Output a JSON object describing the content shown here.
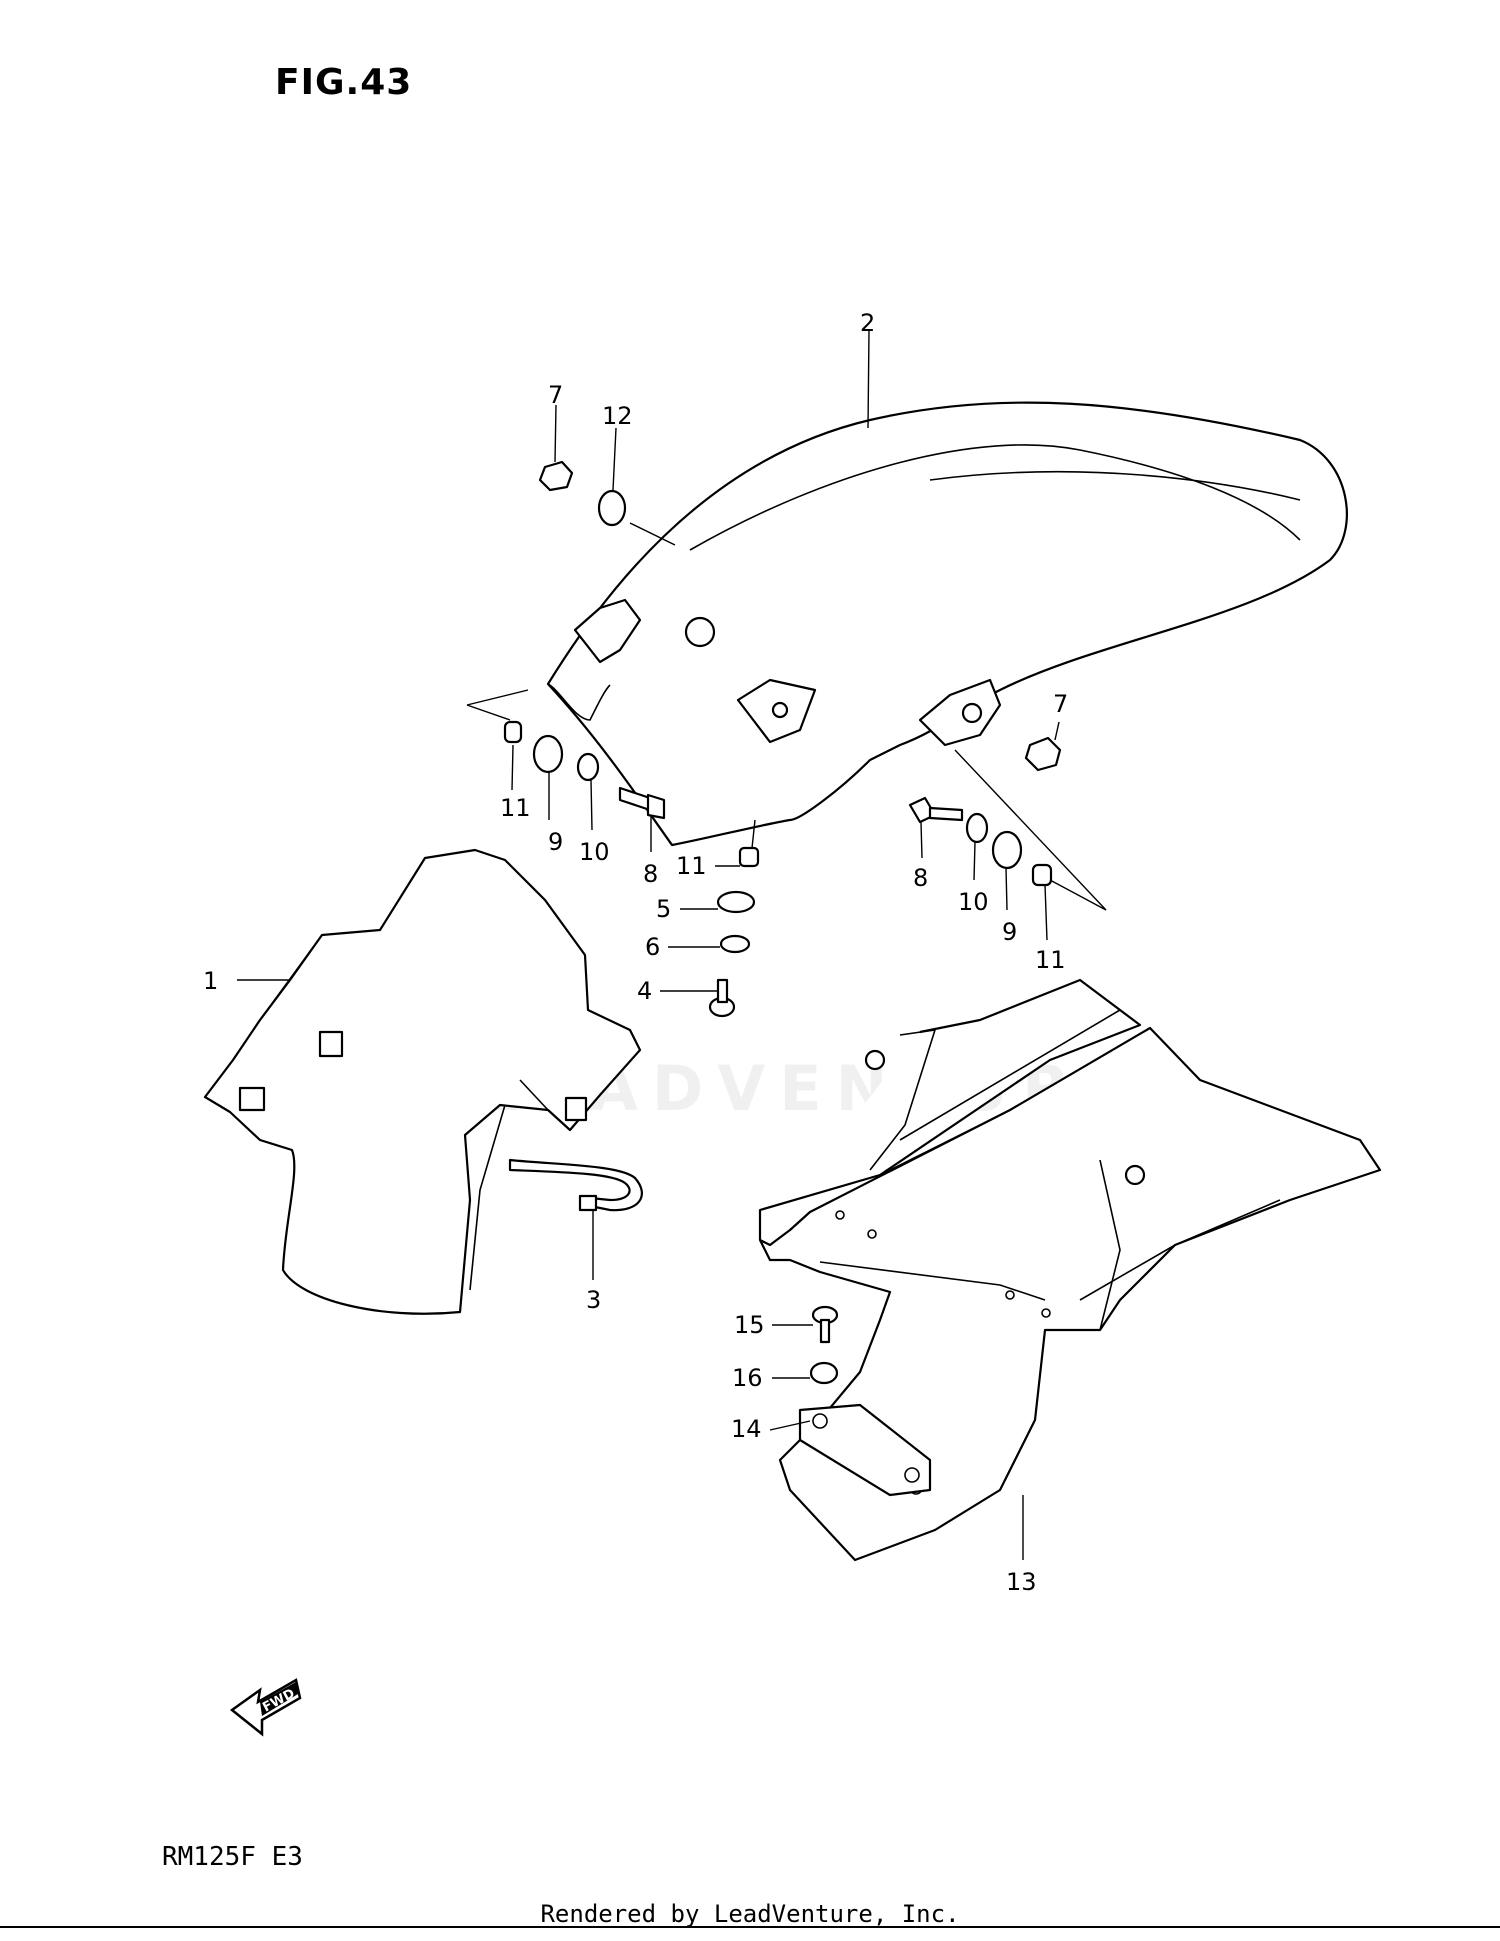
{
  "figure": {
    "title": "FIG.43"
  },
  "model_code": "RM125F  E3",
  "fwd_label": "FWD",
  "watermark": "LEADVENTURE",
  "footer": "Rendered by LeadVenture, Inc.",
  "callouts": {
    "c1": "1",
    "c2": "2",
    "c3": "3",
    "c4": "4",
    "c5": "5",
    "c6": "6",
    "c7a": "7",
    "c7b": "7",
    "c8a": "8",
    "c8b": "8",
    "c9a": "9",
    "c9b": "9",
    "c10a": "10",
    "c10b": "10",
    "c11a": "11",
    "c11b": "11",
    "c11c": "11",
    "c12": "12",
    "c13": "13",
    "c14": "14",
    "c15": "15",
    "c16": "16"
  }
}
